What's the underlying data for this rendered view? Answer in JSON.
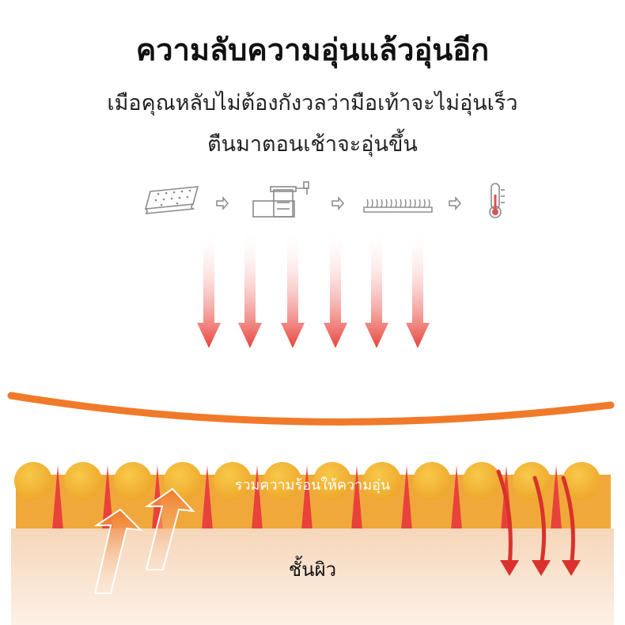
{
  "headline": "ความลับความอุ่นแล้วอุ่นอีก",
  "subline_1": "เมือคุณหลับไม่ต้องกังวลว่ามือเท้าจะไม่อุ่นเร็ว",
  "subline_2": "ตืนมาตอนเช้าจะอุ่นขึ้น",
  "process_icons": [
    "fabric-sheet-icon",
    "machine-icon",
    "bristle-fiber-icon",
    "thermometer-icon"
  ],
  "layer_label": "รวมความร้อนให้ความอุ่น",
  "skin_label": "ชั้นผิว",
  "colors": {
    "arrow_red": "#e8423a",
    "curve_orange": "#f07a2a",
    "ball_yellow": "#f2b534",
    "layer_orange": "#f0a83a",
    "skin": "#f8ddc4",
    "icon_gray": "#8a8a8a"
  }
}
